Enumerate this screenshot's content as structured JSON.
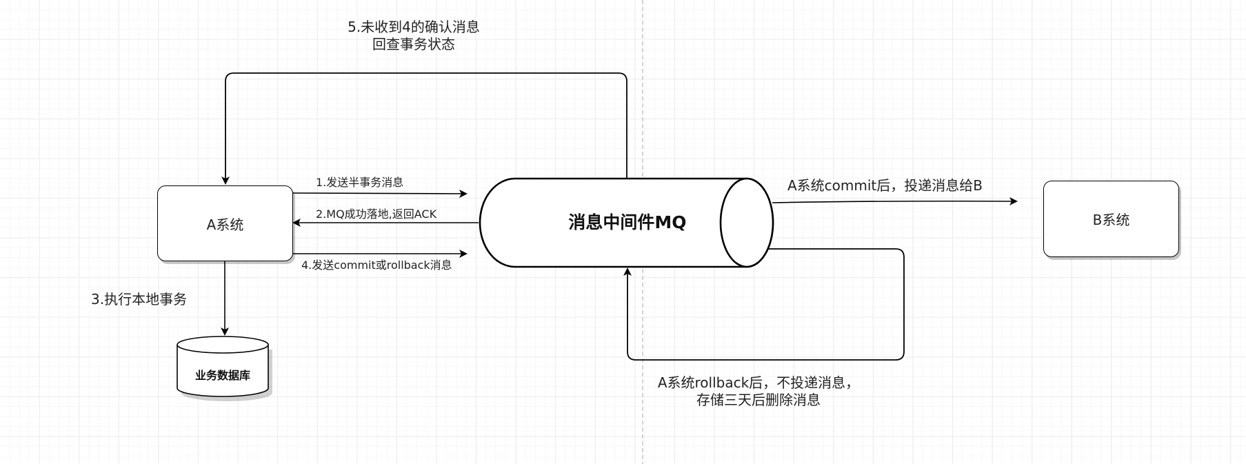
{
  "nodes": {
    "system_a": "A系统",
    "system_b": "B系统",
    "mq": "消息中间件MQ",
    "database": "业务数据库"
  },
  "edges": {
    "step1": "1.发送半事务消息",
    "step2": "2.MQ成功落地,返回ACK",
    "step3": "3.执行本地事务",
    "step4": "4.发送commit或rollback消息",
    "step5_line1": "5.未收到4的确认消息",
    "step5_line2": "回查事务状态",
    "commit_deliver": "A系统commit后，投递消息给B",
    "rollback_line1": "A系统rollback后，不投递消息，",
    "rollback_line2": "存储三天后删除消息"
  }
}
